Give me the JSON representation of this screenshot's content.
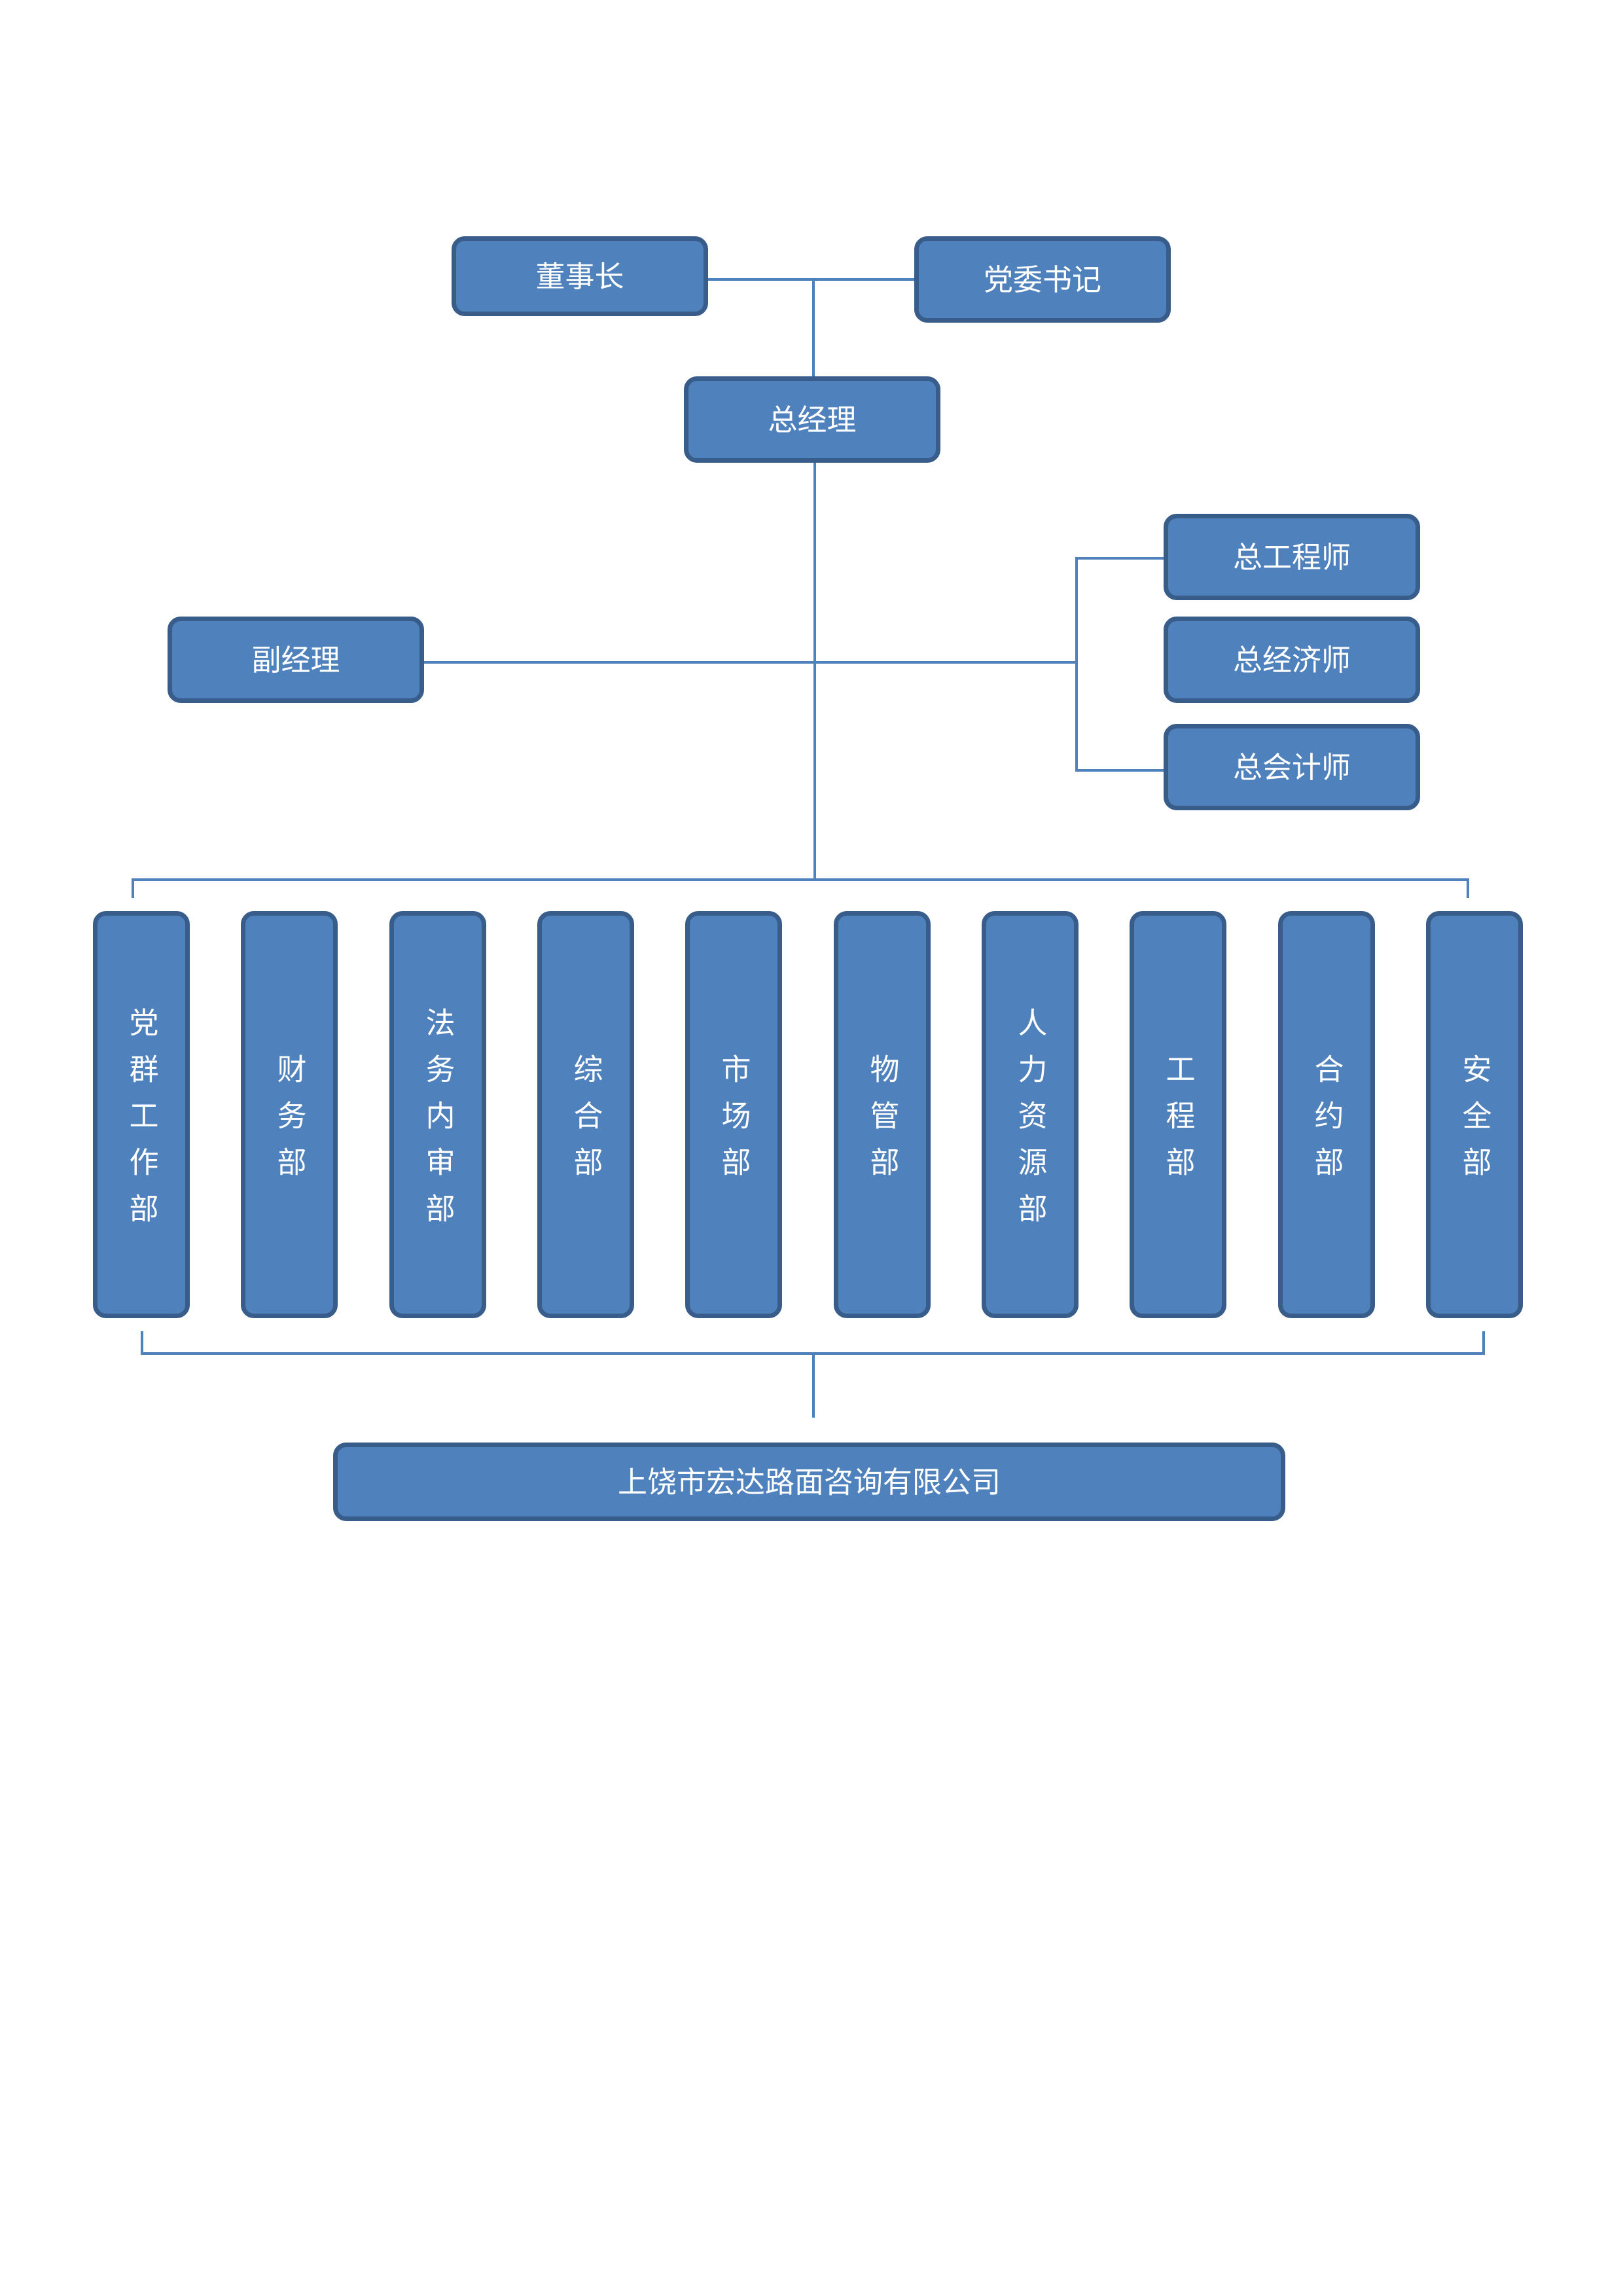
{
  "colors": {
    "box_fill": "#4f81bd",
    "box_border": "#385d8a",
    "box_text": "#ffffff",
    "connector": "#4f81bd"
  },
  "top": {
    "chairman": "董事长",
    "party_secretary": "党委书记"
  },
  "general_manager": "总经理",
  "deputy_manager": "副经理",
  "chiefs": {
    "chief_engineer": "总工程师",
    "chief_economist": "总经济师",
    "chief_accountant": "总会计师"
  },
  "departments": [
    "党群工作部",
    "财务部",
    "法务内审部",
    "综合部",
    "市场部",
    "物管部",
    "人力资源部",
    "工程部",
    "合约部",
    "安全部"
  ],
  "subsidiary": "上饶市宏达路面咨询有限公司"
}
